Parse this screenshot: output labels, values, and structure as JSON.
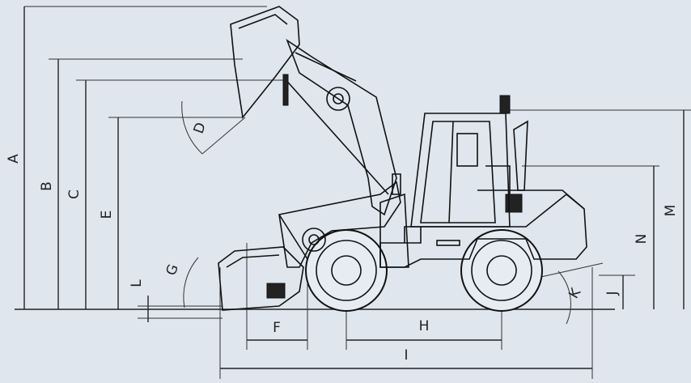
{
  "diagram": {
    "labels": {
      "A": "A",
      "B": "B",
      "C": "C",
      "E": "E",
      "D": "D",
      "G": "G",
      "L": "L",
      "F": "F",
      "H": "H",
      "I": "I",
      "K": "K",
      "J": "J",
      "N": "N",
      "M": "M"
    },
    "colors": {
      "background": "#dfe6ee",
      "line": "#222222"
    }
  }
}
